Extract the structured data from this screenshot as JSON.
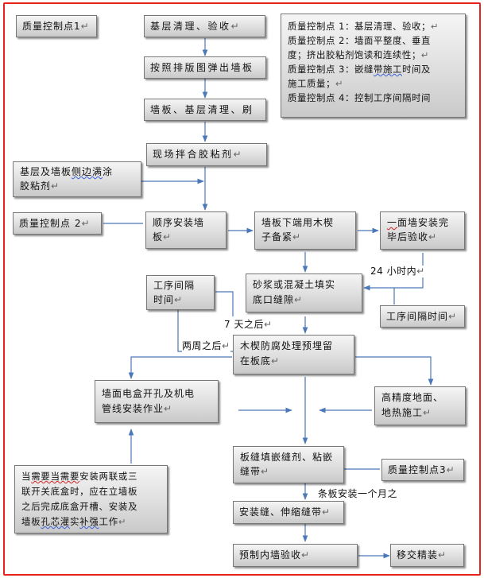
{
  "nodes": {
    "qcp1": "质量控制点1",
    "base_clean": "基层清理、验收",
    "snap_lines": "按照排版图弹出墙板",
    "board_clean": "墙板、基层清理、刷",
    "mix_glue": "现场拌合胶粘剂",
    "edge_glue": {
      "l1": "基层及墙板",
      "l1u": "侧边满",
      "l1e": "涂",
      "l2": "胶粘剂"
    },
    "qcp2": "质量控制点 2",
    "install": {
      "l1": "顺序安装墙",
      "l2": "板"
    },
    "wedge": {
      "l1": "墙板下端用木楔",
      "l2": "子备紧"
    },
    "inspect": {
      "l1u": "一",
      "l1": "面墙安装完",
      "l2": "毕后验收"
    },
    "interval1": {
      "l1": "工序间隔",
      "l2": "时间"
    },
    "mortar": {
      "l1": "砂浆或混凝土填实",
      "l2": "底口缝隙"
    },
    "interval2": "工序间隔时间",
    "wood_treat": {
      "l1": "木楔防腐处理预埋留",
      "l2": "在板底"
    },
    "electrical": {
      "l1": "墙面电盒开孔及机电",
      "l2": "管线安装作业"
    },
    "floor": {
      "l1": "高精度地面、",
      "l2": "地热施工"
    },
    "seam": {
      "l1": "板缝填嵌缝剂、粘嵌",
      "l2": "缝带"
    },
    "qcp3": "质量控制点3",
    "joints": "安装缝、伸缩缝带",
    "pre_accept": "预制内墙验收",
    "handover": "移交精装",
    "note": {
      "l1a": "当",
      "l1u": "需要当需要",
      "l1b": "安装两联或三",
      "l2": "联开关底盒时，应在立墙板",
      "l3": "之后完成底盒开槽、安装及",
      "l4a": "墙板",
      "l4u1": "孔芯灌",
      "l4b": "实",
      "l4u2": "补强",
      "l4c": "工作"
    }
  },
  "summary": {
    "l1": "质量控制点 1：基层清理、验收；",
    "l2": "质量控制点 2：墙面平整度、垂直",
    "l3": "度；挤出胶粘剂饱读和连续性；",
    "l4a": "质量控制点 3：嵌缝",
    "l4u": "带施工",
    "l4b": "时间及",
    "l5": "施工质量；",
    "l6": "质量控制点 4：控制工序间隔时间"
  },
  "labels": {
    "h24": "24 小时内",
    "d7": "7 天之后",
    "w2": "两周之后",
    "month": "条板安装一个月之"
  },
  "colors": {
    "frame": "#e8231c",
    "arrow": "#4a78b8",
    "box_border": "#777777"
  }
}
